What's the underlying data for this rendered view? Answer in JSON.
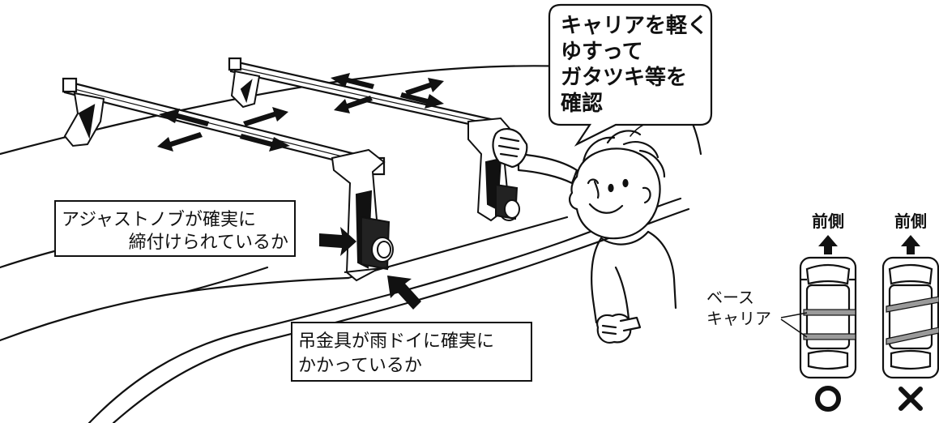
{
  "speech_bubble": {
    "lines": [
      "キャリアを軽く",
      "ゆすって",
      "ガタツキ等を",
      "確認"
    ]
  },
  "callout_knob": {
    "lines": [
      "アジャストノブが確実に",
      "締付けられているか"
    ]
  },
  "callout_hook": {
    "lines": [
      "吊金具が雨ドイに確実に",
      "かかっているか"
    ]
  },
  "inset": {
    "front_label_left": "前側",
    "front_label_right": "前側",
    "base_carrier_label": [
      "ベース",
      "キャリア"
    ],
    "ok_mark": "O",
    "ng_mark": "✕"
  }
}
